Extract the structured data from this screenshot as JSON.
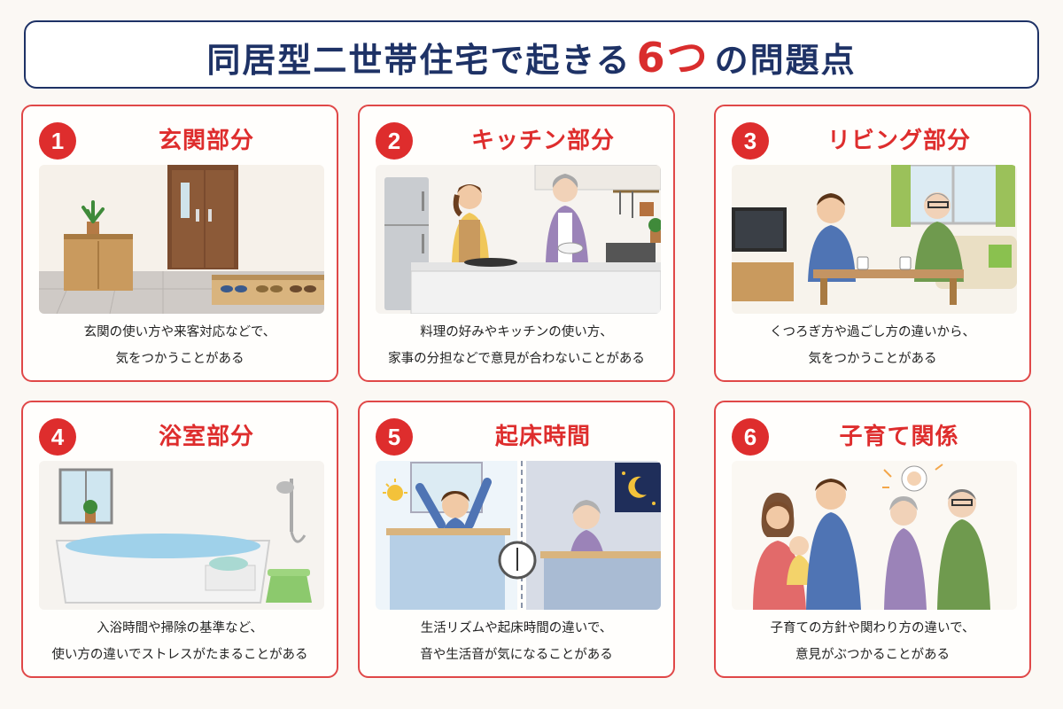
{
  "header": {
    "title_before": "同居型二世帯住宅で起きる",
    "title_number": "6つ",
    "title_after": "の問題点"
  },
  "colors": {
    "accent_red": "#de2d2d",
    "navy": "#1e3266",
    "card_border": "#e04848"
  },
  "cards": [
    {
      "number": "1",
      "title": "玄関部分",
      "illustration": "entrance-illustration",
      "desc_line1": "玄関の使い方や来客対応などで、",
      "desc_line2": "気をつかうことがある"
    },
    {
      "number": "2",
      "title": "キッチン部分",
      "illustration": "kitchen-illustration",
      "desc_line1": "料理の好みやキッチンの使い方、",
      "desc_line2": "家事の分担などで意見が合わないことがある"
    },
    {
      "number": "3",
      "title": "リビング部分",
      "illustration": "living-illustration",
      "desc_line1": "くつろぎ方や過ごし方の違いから、",
      "desc_line2": "気をつかうことがある"
    },
    {
      "number": "4",
      "title": "浴室部分",
      "illustration": "bathroom-illustration",
      "desc_line1": "入浴時間や掃除の基準など、",
      "desc_line2": "使い方の違いでストレスがたまることがある"
    },
    {
      "number": "5",
      "title": "起床時間",
      "illustration": "wakeup-illustration",
      "desc_line1": "生活リズムや起床時間の違いで、",
      "desc_line2": "音や生活音が気になることがある"
    },
    {
      "number": "6",
      "title": "子育て関係",
      "illustration": "childcare-illustration",
      "desc_line1": "子育ての方針や関わり方の違いで、",
      "desc_line2": "意見がぶつかることがある"
    }
  ]
}
